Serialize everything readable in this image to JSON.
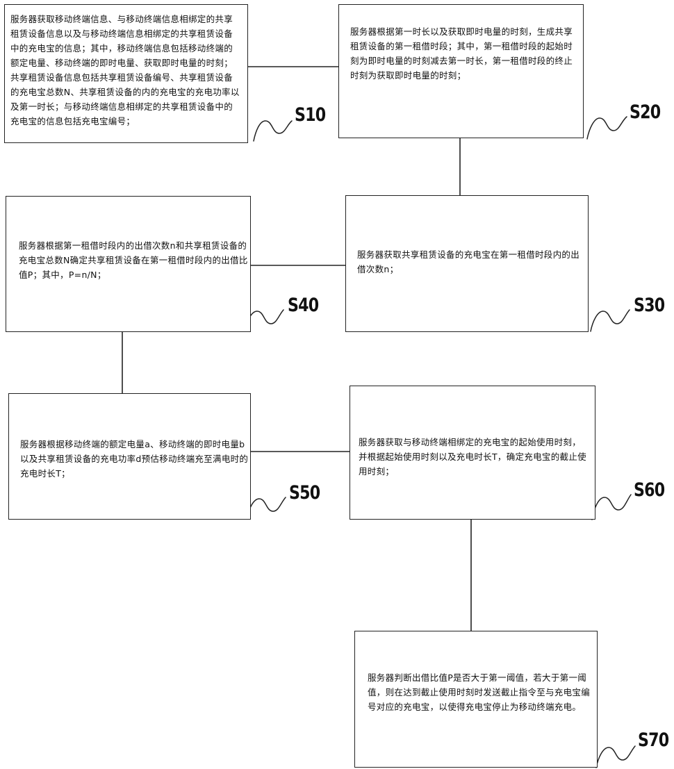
{
  "steps": [
    {
      "id": "S10",
      "label": "S10",
      "text": "服务器获取移动终端信息、与移动终端信息相绑定的共享\n租赁设备信息以及与移动终端信息相绑定的共享租赁设备\n中的充电宝的信息；其中，移动终端信息包括移动终端的\n额定电量、移动终端的即时电量、获取即时电量的时刻；\n共享租赁设备信息包括共享租赁设备编号、共享租赁设备\n的充电宝总数N、共享租赁设备的内的充电宝的充电功率以\n及第一时长；与移动终端信息相绑定的共享租赁设备中的\n充电宝的信息包括充电宝编号；"
    },
    {
      "id": "S20",
      "label": "S20",
      "text": "服务器根据第一时长以及获取即时电量的时刻，生成共享\n租赁设备的第一租借时段；其中，第一租借时段的起始时\n刻为即时电量的时刻减去第一时长，第一租借时段的终止\n时刻为获取即时电量的时刻；"
    },
    {
      "id": "S30",
      "label": "S30",
      "text": "服务器获取共享租赁设备的充电宝在第一租借时段内的出\n借次数n；"
    },
    {
      "id": "S40",
      "label": "S40",
      "text": "服务器根据第一租借时段内的出借次数n和共享租赁设备的\n充电宝总数N确定共享租赁设备在第一租借时段内的出借比\n值P；其中，P=n/N；"
    },
    {
      "id": "S50",
      "label": "S50",
      "text": "服务器根据移动终端的额定电量a、移动终端的即时电量b\n以及共享租赁设备的充电功率d预估移动终端充至满电时的\n充电时长T；"
    },
    {
      "id": "S60",
      "label": "S60",
      "text": "服务器获取与移动终端相绑定的充电宝的起始使用时刻，\n并根据起始使用时刻以及充电时长T，确定充电宝的截止使\n用时刻；"
    },
    {
      "id": "S70",
      "label": "S70",
      "text": "服务器判断出借比值P是否大于第一阈值，若大于第一阈\n值，则在达到截止使用时刻时发送截止指令至与充电宝编\n号对应的充电宝，以使得充电宝停止为移动终端充电。"
    }
  ]
}
